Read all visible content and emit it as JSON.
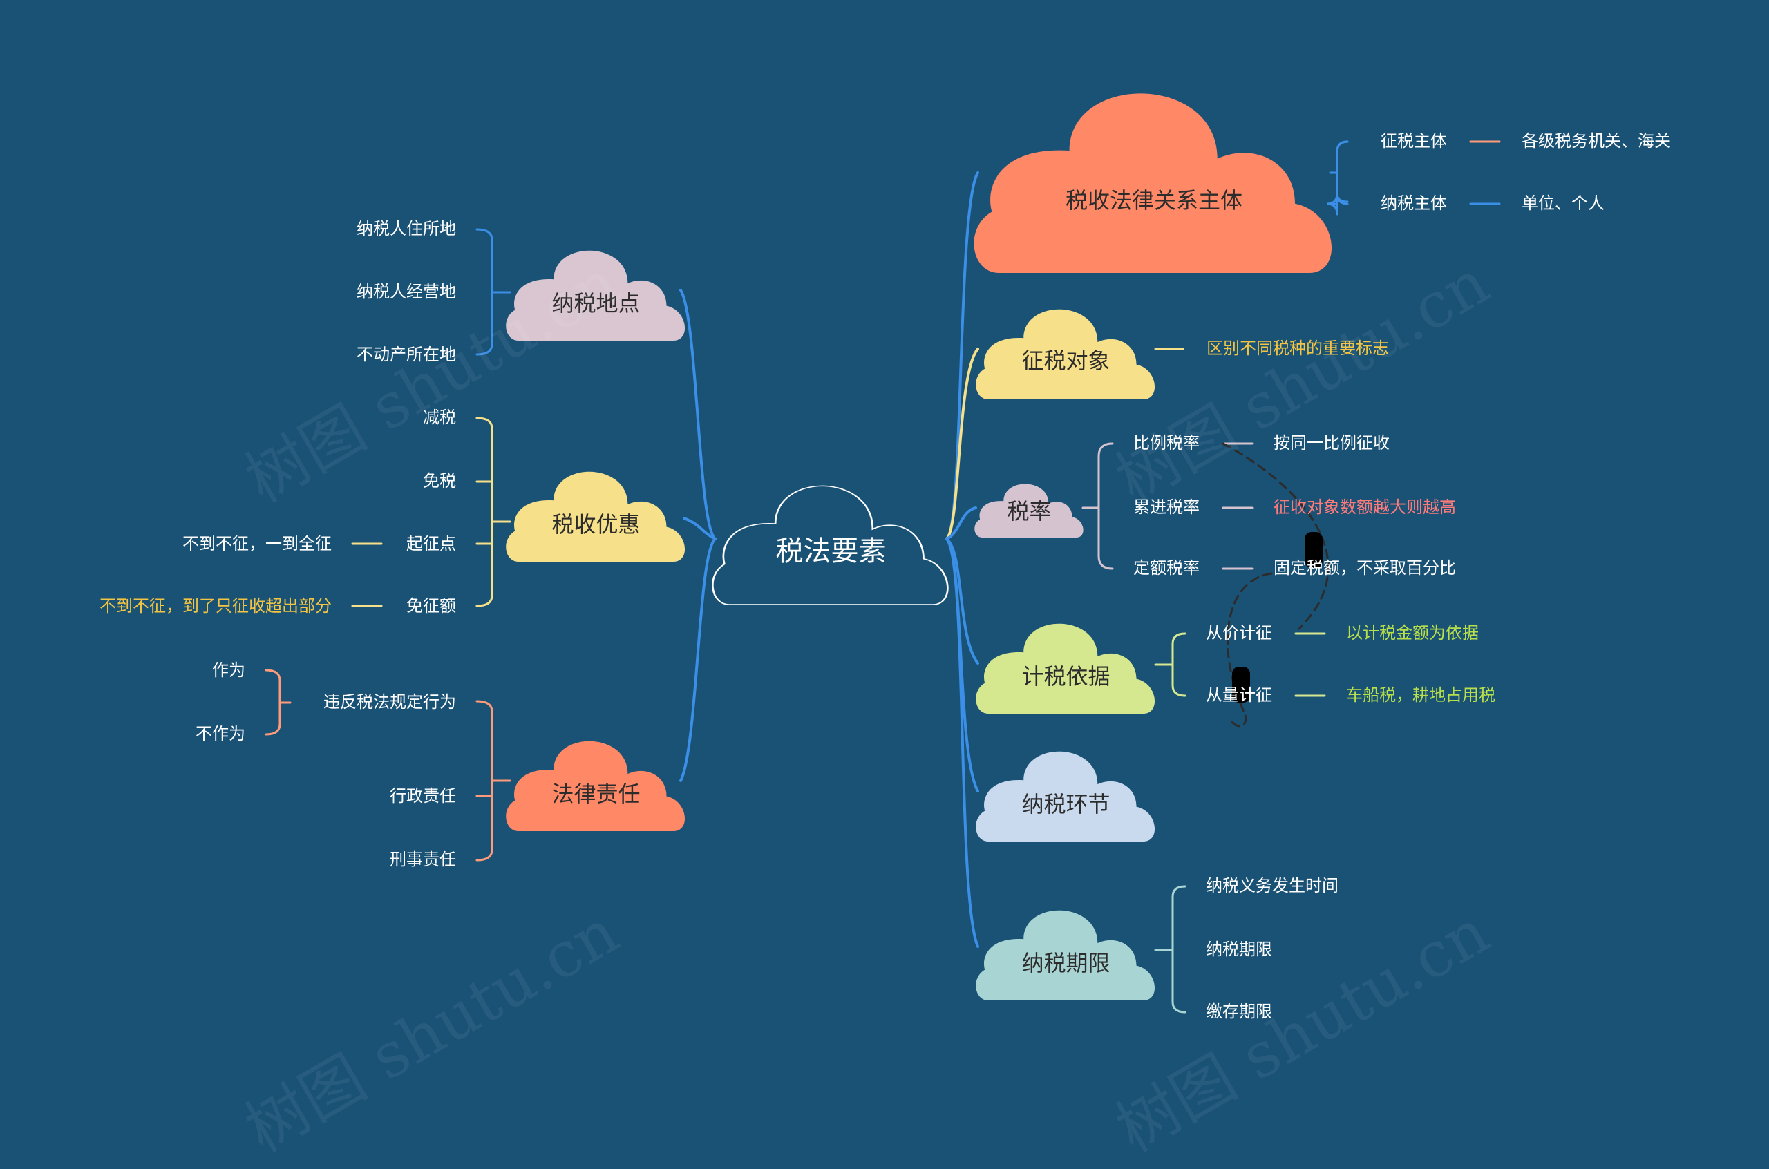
{
  "colors": {
    "background": "#1a5276",
    "branch_blue": "#3b8fe6",
    "branch_yellow": "#f7e08a",
    "subject": "#ff8866",
    "object": "#f7e08a",
    "rate": "#d5c4cf",
    "basis": "#d6e88f",
    "link": "#c9daee",
    "period": "#a8d5d4",
    "place": "#d9c6d1",
    "benefit": "#f7e08a",
    "liability": "#ff8866",
    "yellow_text": "#f4c542",
    "red_text": "#ff7b7b",
    "green_text": "#b8e04a",
    "salmon_line": "#ff9a7a"
  },
  "center": {
    "label": "税法要素"
  },
  "right": {
    "subject": {
      "label": "税收法律关系主体",
      "items": [
        {
          "label": "征税主体",
          "detail": "各级税务机关、海关"
        },
        {
          "label": "纳税主体",
          "detail": "单位、个人"
        }
      ]
    },
    "object": {
      "label": "征税对象",
      "detail": "区别不同税种的重要标志"
    },
    "rate": {
      "label": "税率",
      "items": [
        {
          "label": "比例税率",
          "detail": "按同一比例征收"
        },
        {
          "label": "累进税率",
          "detail": "征收对象数额越大则越高"
        },
        {
          "label": "定额税率",
          "detail": "固定税额，不采取百分比"
        }
      ]
    },
    "basis": {
      "label": "计税依据",
      "items": [
        {
          "label": "从价计征",
          "detail": "以计税金额为依据"
        },
        {
          "label": "从量计征",
          "detail": "车船税，耕地占用税"
        }
      ]
    },
    "link": {
      "label": "纳税环节"
    },
    "period": {
      "label": "纳税期限",
      "items": [
        "纳税义务发生时间",
        "纳税期限",
        "缴存期限"
      ]
    }
  },
  "left": {
    "place": {
      "label": "纳税地点",
      "items": [
        "纳税人住所地",
        "纳税人经营地",
        "不动产所在地"
      ]
    },
    "benefit": {
      "label": "税收优惠",
      "items": [
        {
          "label": "减税"
        },
        {
          "label": "免税"
        },
        {
          "label": "起征点",
          "detail": "不到不征，一到全征"
        },
        {
          "label": "免征额",
          "detail": "不到不征，到了只征收超出部分"
        }
      ]
    },
    "liability": {
      "label": "法律责任",
      "items": [
        {
          "label": "违反税法规定行为",
          "sub": [
            "作为",
            "不作为"
          ]
        },
        {
          "label": "行政责任"
        },
        {
          "label": "刑事责任"
        }
      ]
    }
  },
  "watermark": "树图 shutu.cn"
}
